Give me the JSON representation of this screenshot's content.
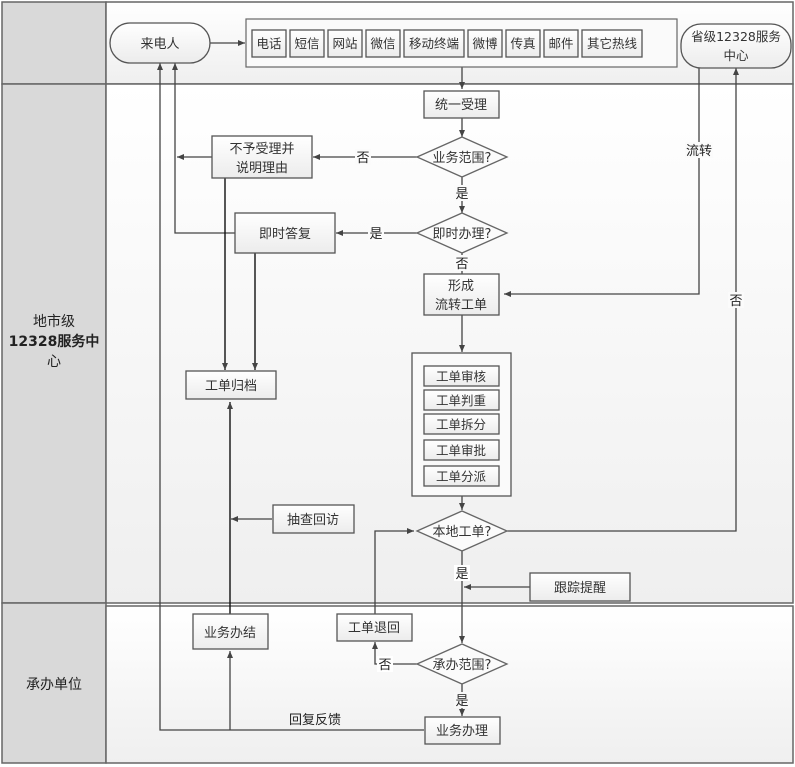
{
  "lanes": [
    {
      "label": ""
    },
    {
      "label_lines": [
        "地市级",
        "12328服务中",
        "心"
      ]
    },
    {
      "label": "承办单位"
    }
  ],
  "nodes": {
    "caller": "来电人",
    "province_center": [
      "省级12328服务",
      "中心"
    ],
    "channels": [
      "电话",
      "短信",
      "网站",
      "微信",
      "移动终端",
      "微博",
      "传真",
      "邮件",
      "其它热线"
    ],
    "unified_accept": "统一受理",
    "business_scope_q": "业务范围?",
    "reject": [
      "不予受理并",
      "说明理由"
    ],
    "instant_handle_q": "即时办理?",
    "instant_reply": "即时答复",
    "form_ticket": [
      "形成",
      "流转工单"
    ],
    "ticket_steps": [
      "工单审核",
      "工单判重",
      "工单拆分",
      "工单审批",
      "工单分派"
    ],
    "archive": "工单归档",
    "spot_check": "抽查回访",
    "local_ticket_q": "本地工单?",
    "track_remind": "跟踪提醒",
    "business_done": "业务办结",
    "ticket_return": "工单退回",
    "handle_scope_q": "承办范围?",
    "business_handle": "业务办理"
  },
  "edge_labels": {
    "no": "否",
    "yes": "是",
    "transfer": "流转",
    "feedback": "回复反馈"
  }
}
